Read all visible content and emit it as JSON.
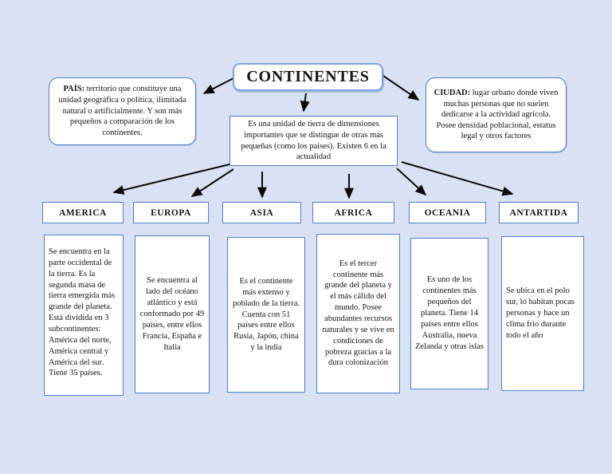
{
  "title": "CONTINENTES",
  "nodes": {
    "pais": {
      "term": "PAÍS:",
      "text": "territorio que constituye una unidad geográfica o política, ilimitada natural o artificialmente. Y son más pequeños a comparación de los continentes."
    },
    "ciudad": {
      "term": "CIUDAD:",
      "text": "lugar urbano donde viven muchas personas que no suelen dedicarse a la actividad agrícola. Posee densidad poblacional, estatus legal y otros factores"
    },
    "definition": "Es una unidad de tierra de dimensiones importantes que se distingue de otras más pequeñas (como los países). Existen 6 en la actualidad"
  },
  "continents": [
    {
      "name": "AMERICA",
      "description": "Se encuentra en la parte occidental de la tierra. Es la segunda masa de tierra emergida más grande del planeta. Está dividida en 3 subcontinentes: América del norte, América central y América del sur. Tiene 35 países."
    },
    {
      "name": "EUROPA",
      "description": "Se encuentra al lado del océano atlántico y está conformado por 49 países, entre ellos Francia, España e Italia"
    },
    {
      "name": "ASIA",
      "description": "Es el continente más extenso y poblado de la tierra. Cuenta con 51 países entre ellos Rusia, Japón, china y la india"
    },
    {
      "name": "AFRICA",
      "description": "Es el tercer continente más grande del planeta y el más cálido del mundo. Posee abundantes recursos naturales y se vive en condiciones de pobreza gracias a la dura colonización"
    },
    {
      "name": "OCEANIA",
      "description": "Es uno de los continentes más pequeños del planeta. Tiene 14 países entre ellos Australia, nueva Zelanda y otras islas"
    },
    {
      "name": "ANTARTIDA",
      "description": "Se ubica en el polo sur, lo habitan pocas personas y hace un clima frio durante todo el año"
    }
  ],
  "colors": {
    "background": "#d9e2f4",
    "box_border": "#4f7cc7",
    "title_border": "#7fa3e3",
    "box_fill": "#ffffff",
    "arrow": "#000000"
  }
}
